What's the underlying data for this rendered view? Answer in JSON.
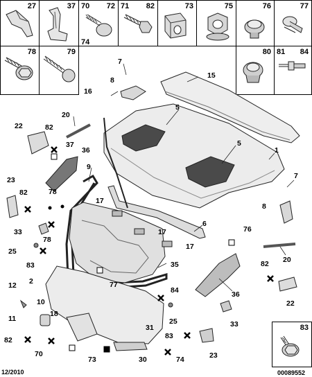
{
  "parts_grid": {
    "row1": [
      {
        "id": "cell-27",
        "label": "27",
        "icon": "plastic-clip-icon"
      },
      {
        "id": "cell-37",
        "label": "37",
        "icon": "spring-clip-icon"
      },
      {
        "id": "cell-70-72-74",
        "label": "70",
        "label2": "72",
        "label3": "74",
        "icon": "screw-bolt-icon"
      },
      {
        "id": "cell-71-82",
        "label": "71",
        "label2": "82",
        "icon": "screw-bolt-icon"
      },
      {
        "id": "cell-73",
        "label": "73",
        "icon": "square-nut-icon"
      },
      {
        "id": "cell-75",
        "label": "75",
        "icon": "hex-nut-icon"
      },
      {
        "id": "cell-76",
        "label": "76",
        "icon": "rubber-bumper-icon"
      },
      {
        "id": "cell-77",
        "label": "77",
        "icon": "push-rivet-icon"
      }
    ],
    "row2": [
      {
        "id": "cell-78",
        "label": "78",
        "icon": "flange-bolt-icon"
      },
      {
        "id": "cell-79",
        "label": "79",
        "icon": "long-bolt-icon"
      },
      {
        "id": "cell-80",
        "label": "80",
        "icon": "rubber-stop-icon"
      },
      {
        "id": "cell-81-84",
        "label": "81",
        "label2": "84",
        "icon": "blind-rivet-icon"
      }
    ]
  },
  "callouts": [
    {
      "label": "1"
    },
    {
      "label": "2"
    },
    {
      "label": "5"
    },
    {
      "label": "5"
    },
    {
      "label": "6"
    },
    {
      "label": "7"
    },
    {
      "label": "7"
    },
    {
      "label": "8"
    },
    {
      "label": "8"
    },
    {
      "label": "9"
    },
    {
      "label": "10"
    },
    {
      "label": "11"
    },
    {
      "label": "12"
    },
    {
      "label": "15"
    },
    {
      "label": "16"
    },
    {
      "label": "17"
    },
    {
      "label": "17"
    },
    {
      "label": "17"
    },
    {
      "label": "18"
    },
    {
      "label": "20"
    },
    {
      "label": "20"
    },
    {
      "label": "22"
    },
    {
      "label": "22"
    },
    {
      "label": "23"
    },
    {
      "label": "23"
    },
    {
      "label": "25"
    },
    {
      "label": "25"
    },
    {
      "label": "30"
    },
    {
      "label": "31"
    },
    {
      "label": "33"
    },
    {
      "label": "33"
    },
    {
      "label": "35"
    },
    {
      "label": "36"
    },
    {
      "label": "36"
    },
    {
      "label": "37"
    },
    {
      "label": "70"
    },
    {
      "label": "73"
    },
    {
      "label": "74"
    },
    {
      "label": "76"
    },
    {
      "label": "77"
    },
    {
      "label": "78"
    },
    {
      "label": "78"
    },
    {
      "label": "82"
    },
    {
      "label": "82"
    },
    {
      "label": "82"
    },
    {
      "label": "82"
    },
    {
      "label": "83"
    },
    {
      "label": "83"
    },
    {
      "label": "84"
    }
  ],
  "inset": {
    "label": "83",
    "icon": "flange-bolt-icon"
  },
  "footer": {
    "date": "12/2010",
    "ref": "00089552"
  },
  "colors": {
    "line": "#000000",
    "part_fill": "#e8e8e8",
    "part_dark": "#bdbdbd",
    "pad": "#4a4a4a"
  }
}
